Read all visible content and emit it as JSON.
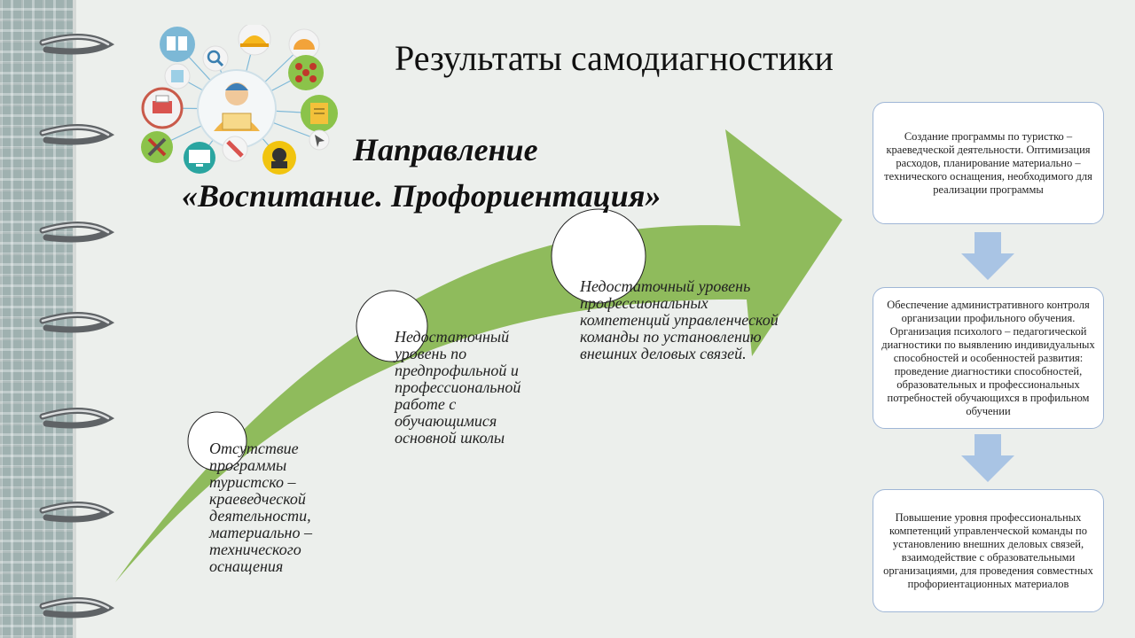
{
  "slide": {
    "title": "Результаты самодиагностики",
    "subtitle_line1": "Направление",
    "subtitle_line2": "«Воспитание. Профориентация»"
  },
  "stages": [
    {
      "text": "Отсутствие программы туристско – краеведческой деятельности, материально – технического оснащения"
    },
    {
      "text": "Недостаточный уровень по предпрофильной и профессиональной работе с обучающимися основной школы"
    },
    {
      "text": "Недостаточный уровень профессиональных компетенций управленческой команды по установлению внешних деловых связей."
    }
  ],
  "results": [
    {
      "text": "Создание программы по туристко – краеведческой деятельности. Оптимизация расходов, планирование материально – технического оснащения, необходимого для реализации программы"
    },
    {
      "text": "Обеспечение административного контроля организации профильного обучения. Организация психолого – педагогической диагностики по выявлению индивидуальных способностей и особенностей развития: проведение диагностики способностей, образовательных и профессиональных потребностей обучающихся в профильном обучении"
    },
    {
      "text": "Повышение уровня профессиональных компетенций управленческой команды по установлению внешних деловых связей, взаимодействие с образовательными организациями, для проведения совместных профориентационных материалов"
    }
  ],
  "colors": {
    "arrow": "#8fbb5c",
    "box_border": "#9fb6d6",
    "down_arrow": "#a9c4e4"
  },
  "icons": [
    "books-icon",
    "hard-hat-icon",
    "protractor-icon",
    "magnifier-icon",
    "people-network-icon",
    "worker-icon",
    "notebook-icon",
    "printer-icon",
    "cursor-icon",
    "tools-icon",
    "monitor-icon",
    "pen-icon",
    "chef-icon"
  ]
}
